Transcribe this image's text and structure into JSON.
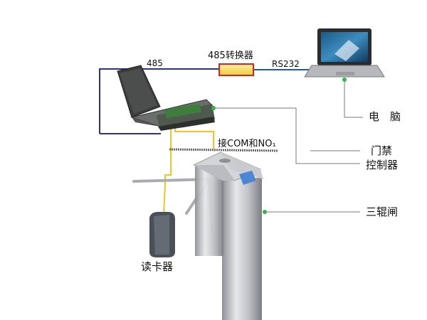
{
  "labels": {
    "link_485": "485",
    "converter": "485转换器",
    "link_rs232": "RS232",
    "computer": "电　脑",
    "access_line1": "门禁",
    "access_line2": "控制器",
    "turnstile": "三辊闸",
    "reader": "读卡器",
    "com_no": "接COM和NO₁"
  },
  "colors": {
    "link_485": "#2a3480",
    "link_rs232": "#1a57c0",
    "reader_wire": "#f2c22c",
    "leader": "#7a7a7a",
    "dot": "#2eb84a"
  }
}
